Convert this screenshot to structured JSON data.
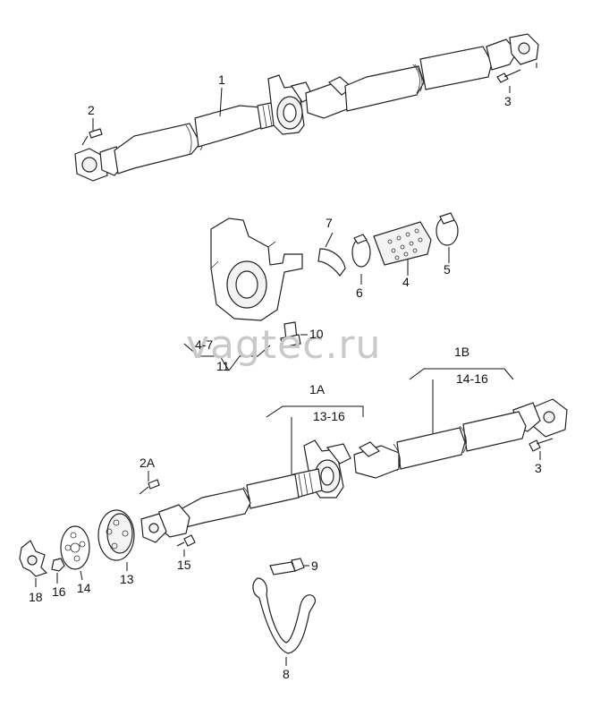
{
  "watermark": "vagtec.ru",
  "labels": {
    "l1": "1",
    "l2": "2",
    "l3_top": "3",
    "l4_7": "4-7",
    "l11": "11",
    "l10": "10",
    "l7": "7",
    "l6": "6",
    "l4": "4",
    "l5": "5",
    "l1A": "1A",
    "l13_16": "13-16",
    "l1B": "1B",
    "l14_16": "14-16",
    "l3_bottom": "3",
    "l2A": "2A",
    "l15": "15",
    "l13": "13",
    "l14": "14",
    "l16": "16",
    "l18": "18",
    "l9": "9",
    "l8": "8"
  }
}
